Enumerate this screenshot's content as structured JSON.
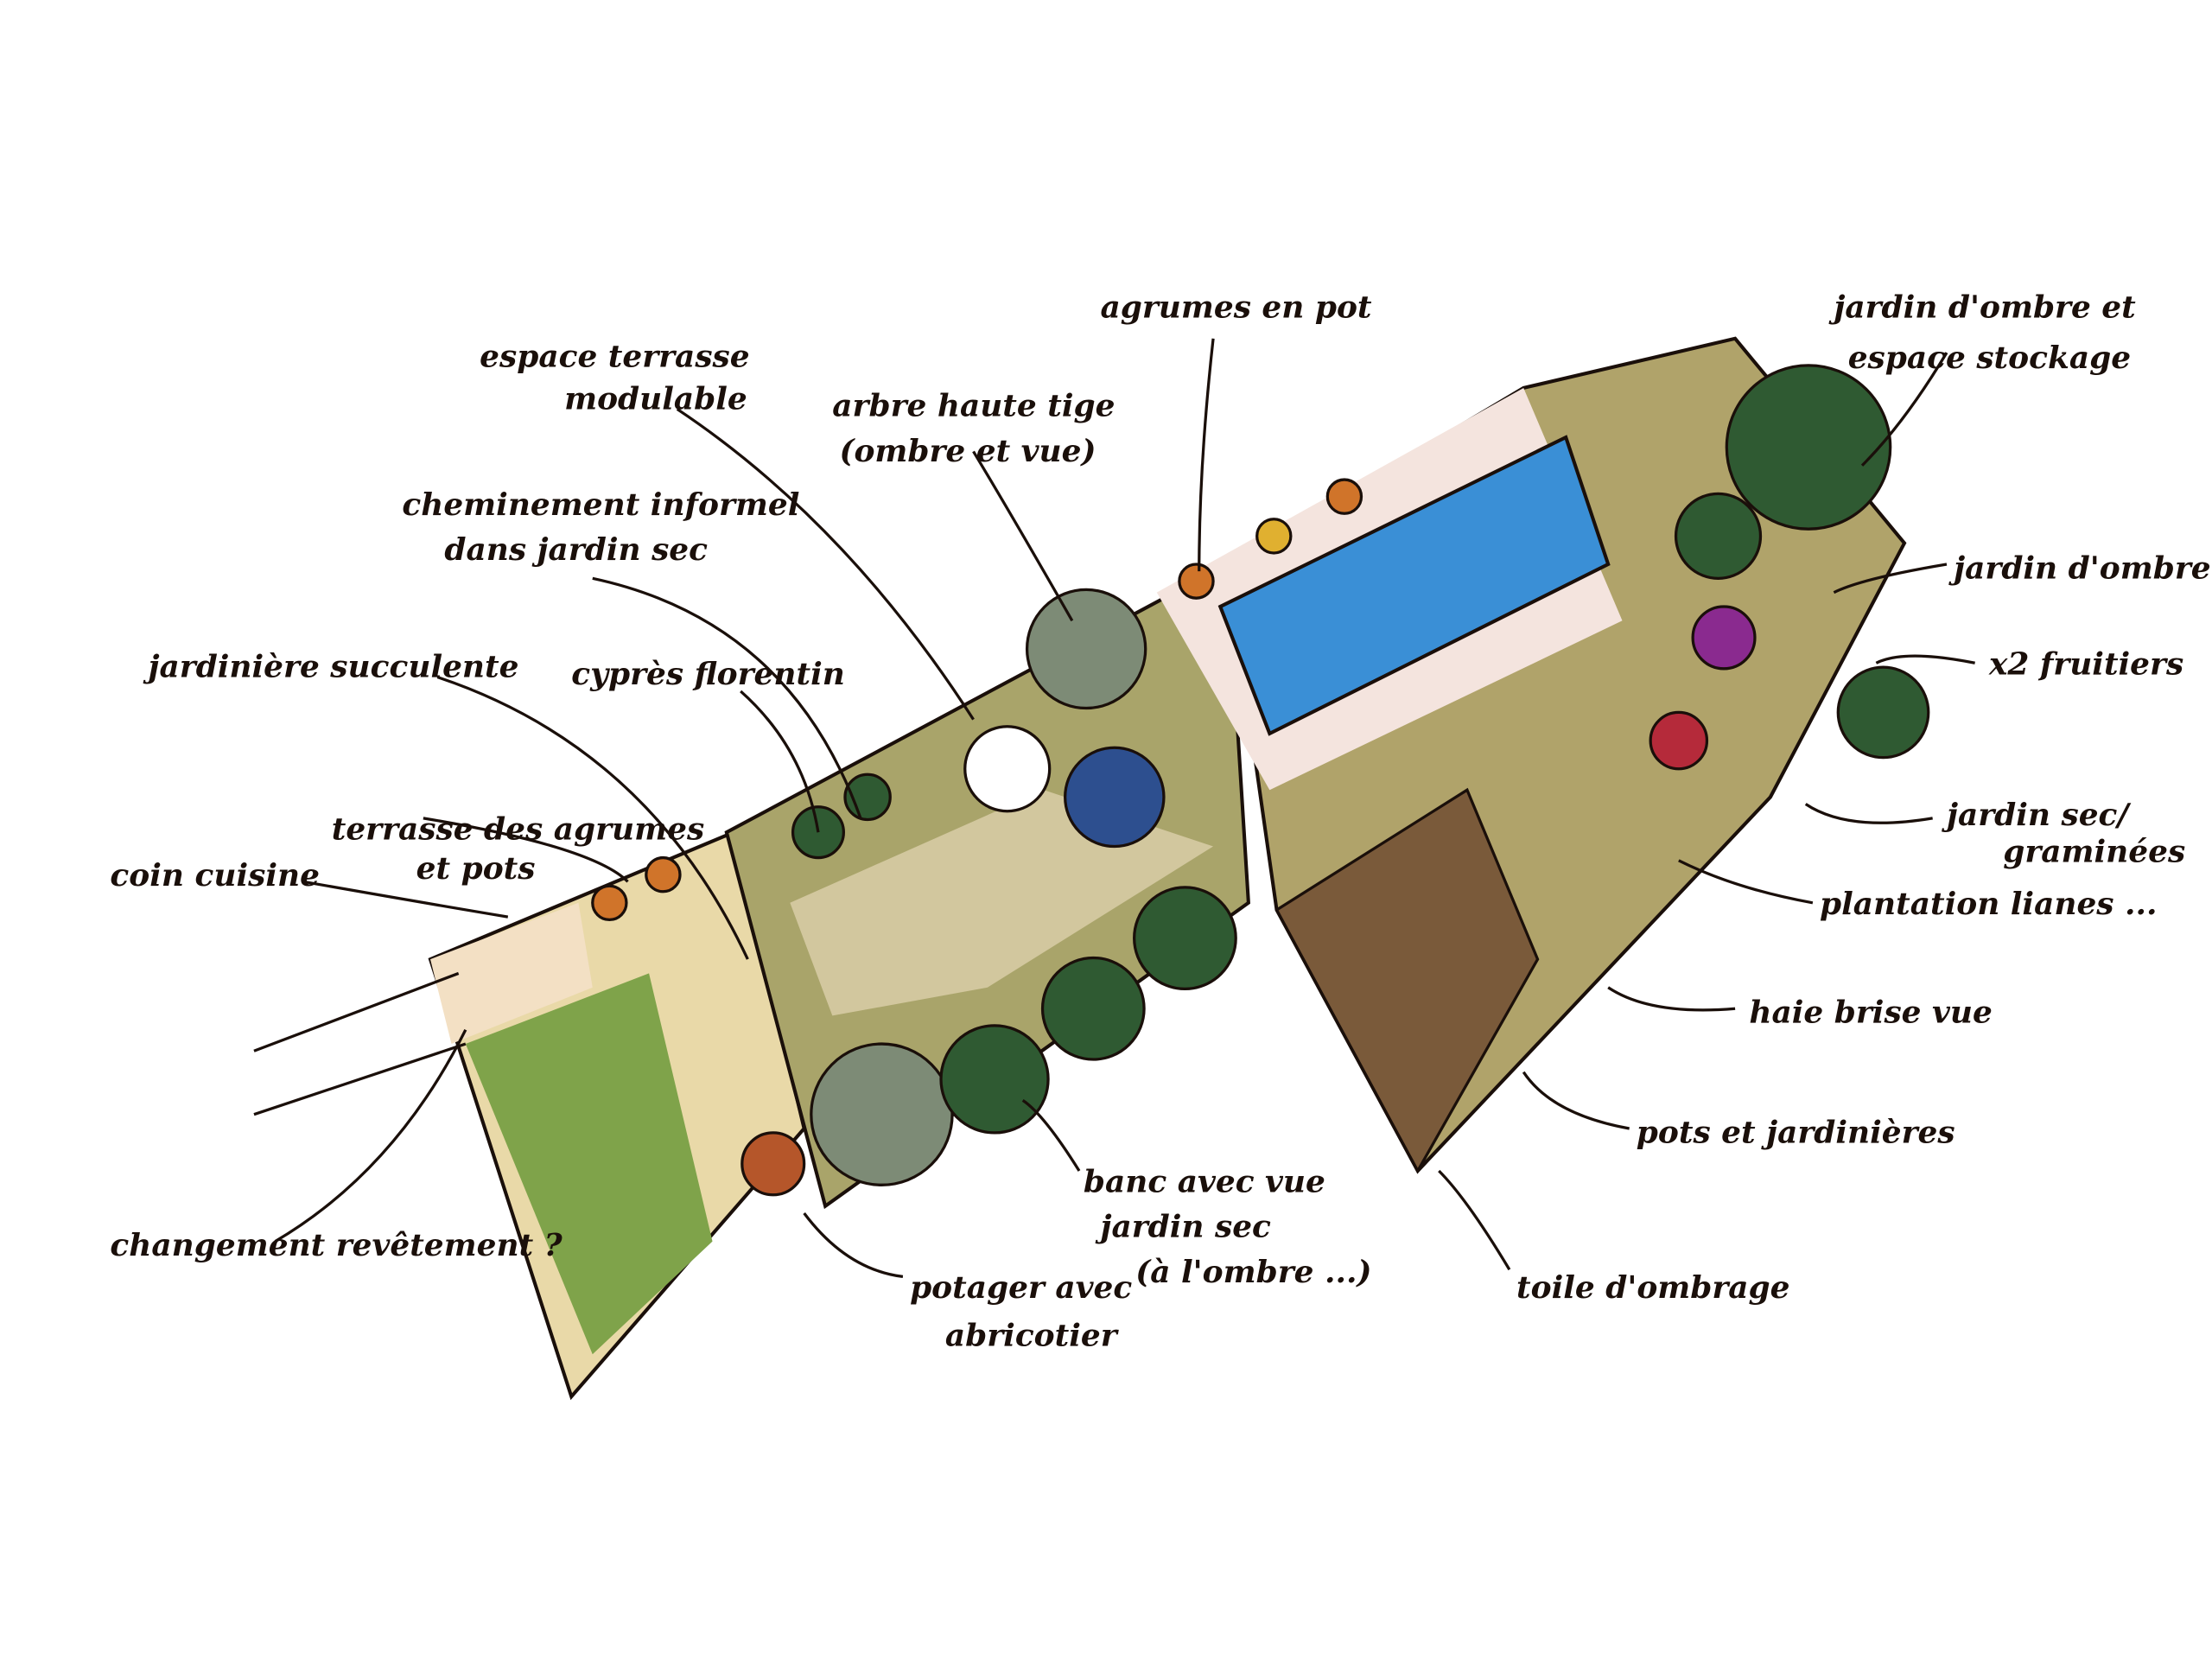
{
  "labels": {
    "espace_terrasse": [
      "espace terrasse",
      "modulable"
    ],
    "agrumes": [
      "agrumes en pot"
    ],
    "arbre": [
      "arbre haute tige",
      "(ombre et vue)"
    ],
    "jardin_ombre_stockage": [
      "jardin d'ombre et",
      "espace stockage"
    ],
    "cheminement": [
      "cheminement informel",
      "dans jardin sec"
    ],
    "jardin_ombre": [
      "jardin d'ombre"
    ],
    "jardiniere_succulente": [
      "jardinière succulente"
    ],
    "cypres": [
      "cyprès florentin"
    ],
    "fruitiers": [
      "x2 fruitiers"
    ],
    "terrasse_agrumes": [
      "terrasse des agrumes",
      "et pots"
    ],
    "coin_cuisine": [
      "coin cuisine"
    ],
    "jardin_sec": [
      "jardin sec/",
      "graminées"
    ],
    "lianes": [
      "plantation lianes ..."
    ],
    "haie": [
      "haie brise vue"
    ],
    "pots": [
      "pots et jardinières"
    ],
    "revetement": [
      "changement revêtement ?"
    ],
    "banc": [
      "banc avec vue",
      "jardin sec",
      "(à l'ombre ...)"
    ],
    "potager": [
      "potager avec",
      "abricotier"
    ],
    "toile": [
      "toile d'ombrage"
    ]
  },
  "colors": {
    "ink": "#1a0f0a",
    "pool": "#3a8fd6",
    "khaki": "#b5a86a",
    "tree_dark": "#2f5a32",
    "tree_grey": "#7d8b76",
    "tree_blue": "#2d4f8f",
    "terrace": "#f2e3d3",
    "veg": "#6f9a3a",
    "pergola": "#6b3a22"
  }
}
